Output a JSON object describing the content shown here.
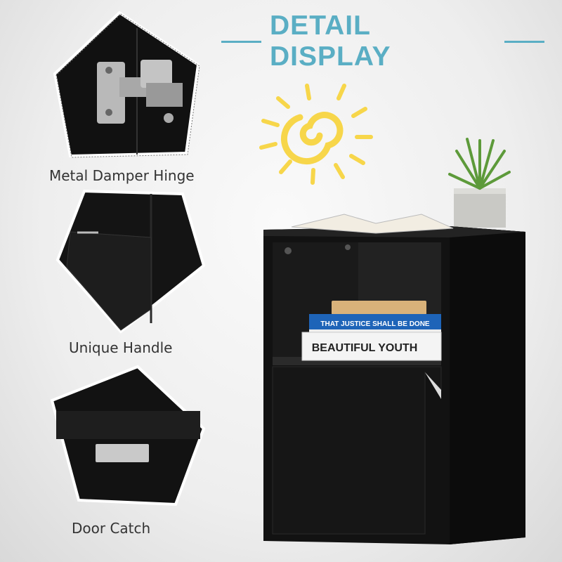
{
  "title": "DETAIL DISPLAY",
  "details": [
    {
      "label": "Metal Damper Hinge"
    },
    {
      "label": "Unique Handle"
    },
    {
      "label": "Door Catch"
    }
  ],
  "books": {
    "top_spine": "THAT JUSTICE SHALL BE DONE",
    "bottom_spine": "BEAUTIFUL YOUTH"
  },
  "colors": {
    "accent": "#5aaec4",
    "sun": "#f7d64a",
    "cabinet": "#141414"
  }
}
